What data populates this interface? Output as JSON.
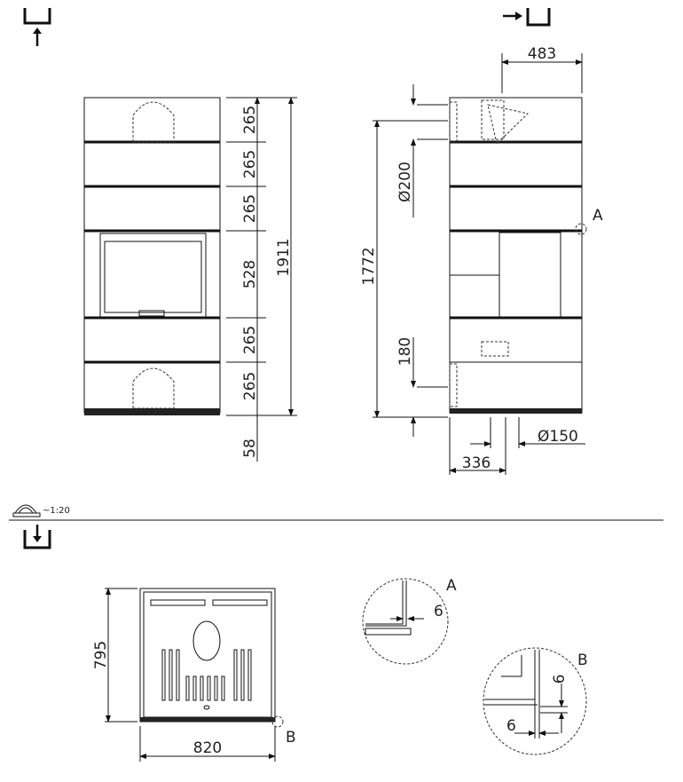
{
  "scale": {
    "icon": "scale-ruler-icon",
    "label": "~1:20"
  },
  "views": {
    "front": {
      "icon": "front-view-icon"
    },
    "side": {
      "icon": "side-view-icon"
    },
    "top": {
      "icon": "top-view-icon"
    }
  },
  "front_dims": {
    "d1": "265",
    "d2": "265",
    "d3": "265",
    "d4": "528",
    "d5": "265",
    "d6": "265",
    "d7": "58",
    "total": "1911"
  },
  "side_dims": {
    "width": "483",
    "flue_top": "Ø200",
    "height": "1772",
    "low": "180",
    "flue_bottom": "Ø150",
    "depth": "336",
    "detail": "A"
  },
  "plan_dims": {
    "depth": "795",
    "width": "820",
    "detail": "B"
  },
  "detail_a": {
    "label": "A",
    "gap": "6"
  },
  "detail_b": {
    "label": "B",
    "gap_v": "6",
    "gap_h": "6"
  }
}
